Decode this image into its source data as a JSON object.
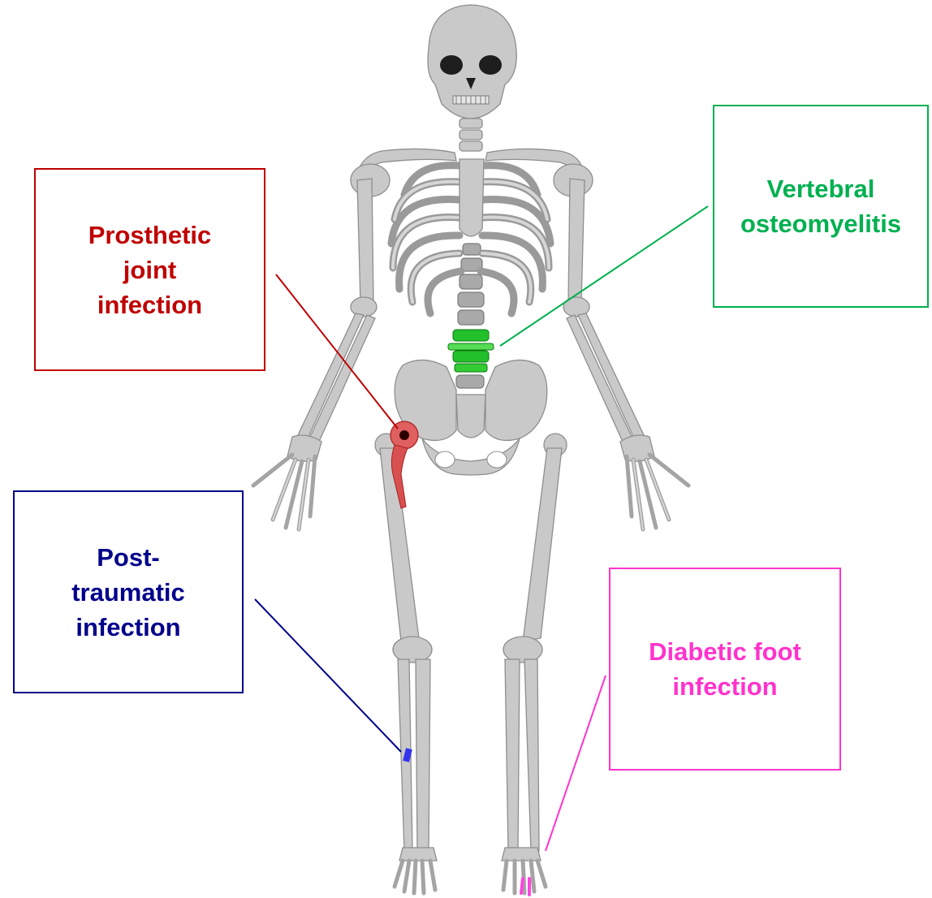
{
  "colors": {
    "prosthetic": "#c00000",
    "vertebral": "#00b050",
    "post_traumatic": "#00008b",
    "diabetic": "#ff33cc",
    "bone": "#c9c9c9"
  },
  "labels": {
    "prosthetic": "Prosthetic\njoint\ninfection",
    "vertebral": "Vertebral\nosteomyelitis",
    "post_traumatic": "Post-\ntraumatic\ninfection",
    "diabetic": "Diabetic foot\ninfection"
  }
}
